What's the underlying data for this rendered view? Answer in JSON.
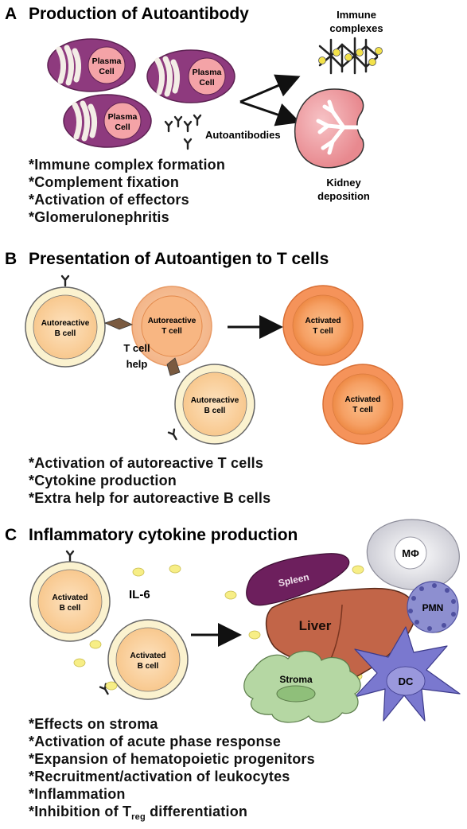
{
  "panel_a": {
    "letter": "A",
    "title": "Production of Autoantibody",
    "plasma_cell_label_1": "Plasma",
    "plasma_cell_label_2": "Cell",
    "autoantibodies_label": "Autoantibodies",
    "immune_complexes_label_1": "Immune",
    "immune_complexes_label_2": "complexes",
    "kidney_label_1": "Kidney",
    "kidney_label_2": "deposition",
    "bullets": [
      "*Immune complex formation",
      "*Complement fixation",
      "*Activation of effectors",
      "*Glomerulonephritis"
    ]
  },
  "panel_b": {
    "letter": "B",
    "title": "Presentation of Autoantigen to T cells",
    "b_cell_label_1": "Autoreactive",
    "b_cell_label_2": "B cell",
    "t_cell_label_1": "Autoreactive",
    "t_cell_label_2": "T cell",
    "help_label_1": "T cell",
    "help_label_2": "help",
    "activated_t_label_1": "Activated",
    "activated_t_label_2": "T cell",
    "bullets": [
      "*Activation of autoreactive T cells",
      "*Cytokine production",
      "*Extra help for autoreactive B cells"
    ]
  },
  "panel_c": {
    "letter": "C",
    "title": "Inflammatory cytokine production",
    "activated_b_label_1": "Activated",
    "activated_b_label_2": "B cell",
    "il6_label": "IL-6",
    "spleen_label": "Spleen",
    "liver_label": "Liver",
    "stroma_label": "Stroma",
    "macrophage_label": "MΦ",
    "pmn_label": "PMN",
    "dc_label": "DC",
    "bullets": [
      "*Effects on stroma",
      "*Activation of acute phase response",
      "*Expansion of hematopoietic progenitors",
      "*Recruitment/activation of leukocytes",
      "*Inflammation"
    ],
    "last_bullet_prefix": "*Inhibition of T",
    "last_bullet_sub": "reg",
    "last_bullet_suffix": " differentiation"
  },
  "colors": {
    "plasma_outer": "#8e3a7e",
    "plasma_nucleus": "#f4a3a7",
    "b_cell_outer": "#fbf2cf",
    "b_cell_inner": "#fbd3a3",
    "t_cell": "#f5935a",
    "spleen": "#6d1f5d",
    "liver": "#c26548",
    "stroma": "#b5d7a3",
    "dc": "#7a78cf",
    "pmn": "#8d8fd0",
    "il6_dot": "#f7ee86"
  }
}
